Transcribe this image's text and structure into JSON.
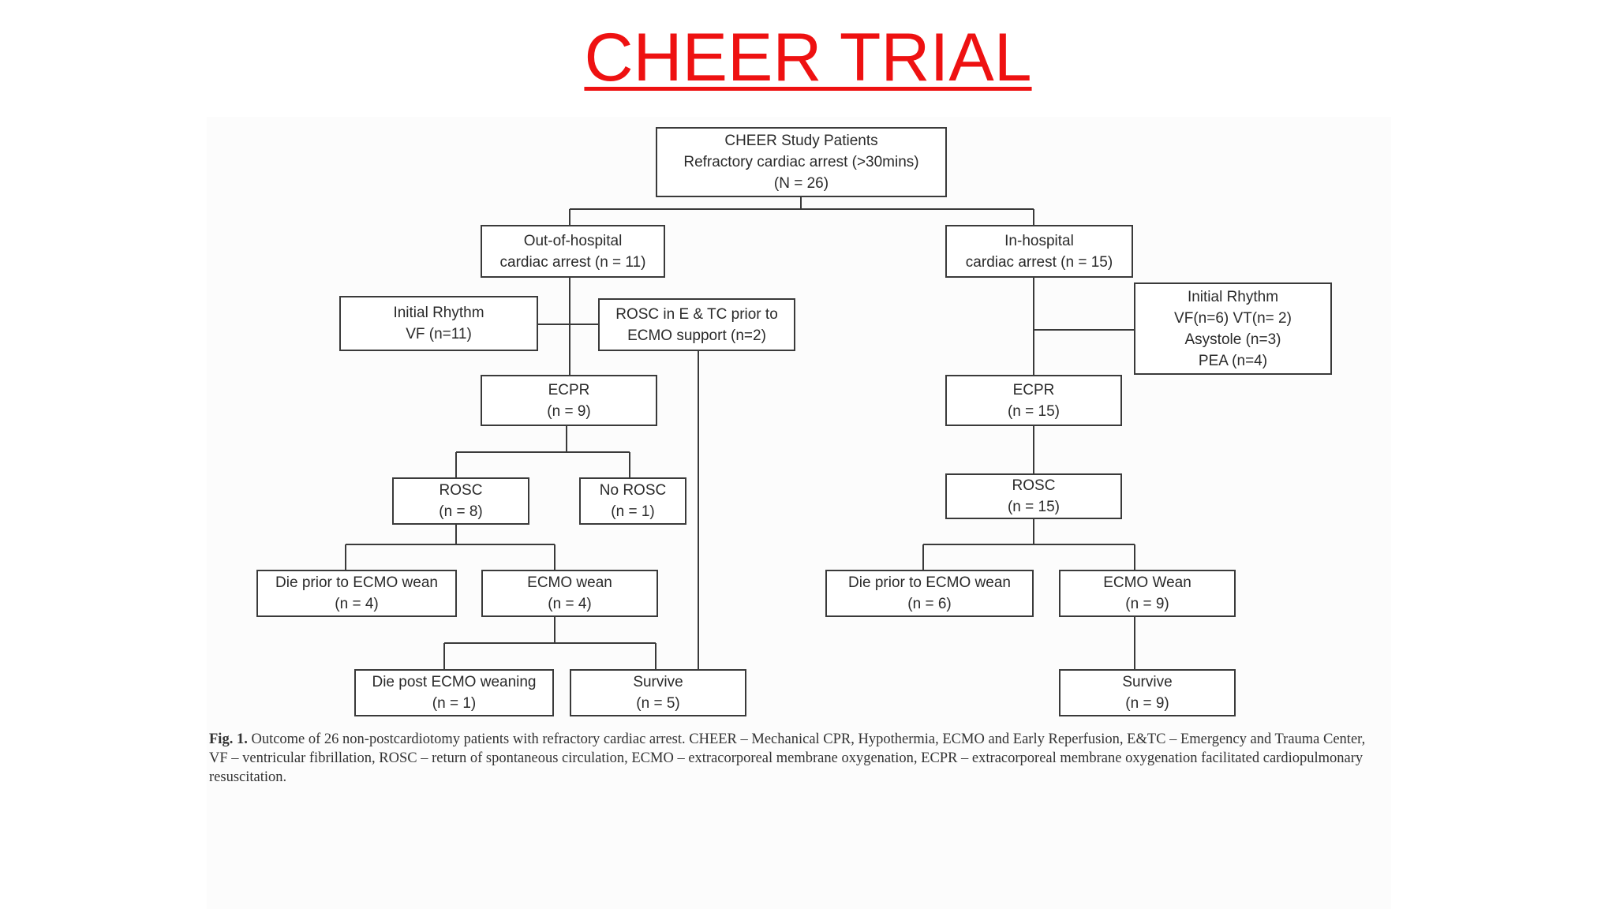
{
  "title": "CHEER TRIAL",
  "boxes": {
    "root": [
      "CHEER Study Patients",
      "Refractory cardiac arrest (>30mins)",
      "(N = 26)"
    ],
    "ohca": [
      "Out-of-hospital",
      "cardiac arrest (n = 11)"
    ],
    "ihca": [
      "In-hospital",
      "cardiac arrest  (n = 15)"
    ],
    "ohca_rhythm": [
      "Initial Rhythm",
      "VF (n=11)"
    ],
    "ohca_rosc_etc": [
      "ROSC in E & TC prior to",
      "ECMO support (n=2)"
    ],
    "ihca_rhythm": [
      "Initial Rhythm",
      "VF(n=6) VT(n= 2)",
      "Asystole (n=3)",
      "PEA (n=4)"
    ],
    "ohca_ecpr": [
      "ECPR",
      "(n = 9)"
    ],
    "ihca_ecpr": [
      "ECPR",
      "(n = 15)"
    ],
    "ohca_rosc": [
      "ROSC",
      "(n = 8)"
    ],
    "ohca_no_rosc": [
      "No ROSC",
      "(n = 1)"
    ],
    "ihca_rosc": [
      "ROSC",
      "(n = 15)"
    ],
    "ohca_die_prior": [
      "Die prior to ECMO wean",
      "(n = 4)"
    ],
    "ohca_wean": [
      "ECMO wean",
      "(n = 4)"
    ],
    "ihca_die_prior": [
      "Die prior to ECMO  wean",
      "(n = 6)"
    ],
    "ihca_wean": [
      "ECMO Wean",
      "(n = 9)"
    ],
    "ohca_die_post": [
      "Die post ECMO weaning",
      "(n = 1)"
    ],
    "ohca_survive": [
      "Survive",
      "(n = 5)"
    ],
    "ihca_survive": [
      "Survive",
      "(n = 9)"
    ]
  },
  "caption": {
    "label": "Fig. 1.",
    "text": "Outcome of 26 non-postcardiotomy patients with refractory cardiac arrest. CHEER – Mechanical CPR, Hypothermia, ECMO and Early Reperfusion, E&TC – Emergency and Trauma Center, VF – ventricular fibrillation, ROSC – return of spontaneous circulation, ECMO – extracorporeal membrane oxygenation, ECPR – extracorporeal membrane oxygenation facilitated cardiopulmonary resuscitation."
  }
}
